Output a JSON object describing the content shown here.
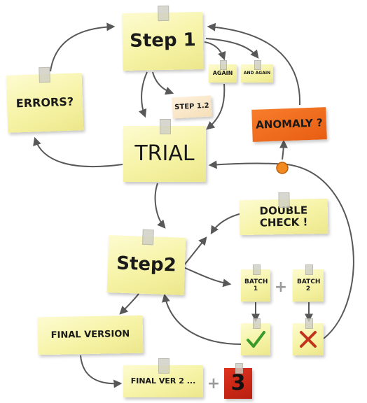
{
  "notes": {
    "step1": "Step 1",
    "errors": "ERRORS?",
    "again": "AGAIN",
    "and_again": "AND AGAIN",
    "step1_2": "STEP 1.2",
    "trial": "TRIAL",
    "anomaly": "ANOMALY ?",
    "double_check": "DOUBLE CHECK !",
    "step2": "Step2",
    "batch1": "BATCH 1",
    "batch2": "BATCH 2",
    "final_version": "FINAL VERSION",
    "final_ver2": "FINAL VER 2 ...",
    "three": "3"
  },
  "symbols": {
    "plus_batches": "+",
    "plus_final": "+"
  },
  "icons": {
    "check": "check-icon",
    "cross": "cross-icon",
    "dot": "orange-dot"
  },
  "colors": {
    "sticky_yellow": "#f6f3a6",
    "sticky_peach": "#f6dfb8",
    "anomaly_orange": "#f07020",
    "red_note": "#c82818",
    "check_green": "#3a9a2a",
    "cross_red": "#c0331d",
    "arrow_gray": "#585858",
    "dot_orange": "#f28a22"
  }
}
